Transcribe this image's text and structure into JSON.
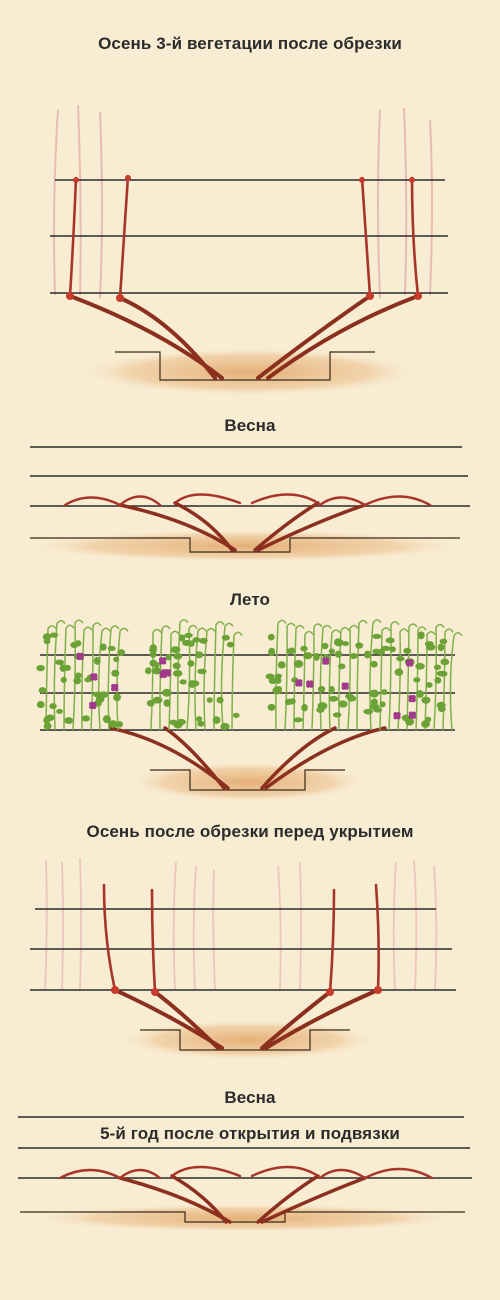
{
  "titles": {
    "stage1": "Осень 3-й вегетации после обрезки",
    "stage2": "Весна",
    "stage3": "Лето",
    "stage4": "Осень после обрезки перед укрытием",
    "stage5": "Весна",
    "stage6": "5-й год после открытия и подвязки"
  },
  "colors": {
    "background": "#f8ecd2",
    "soil": "#e6b47e",
    "wire": "#2a2a2a",
    "trunk": "#8b2f1f",
    "cane": "#a8352a",
    "pruned_cane": "#e5b8b0",
    "leaf": "#6aa235",
    "grape": "#a13a8a"
  }
}
